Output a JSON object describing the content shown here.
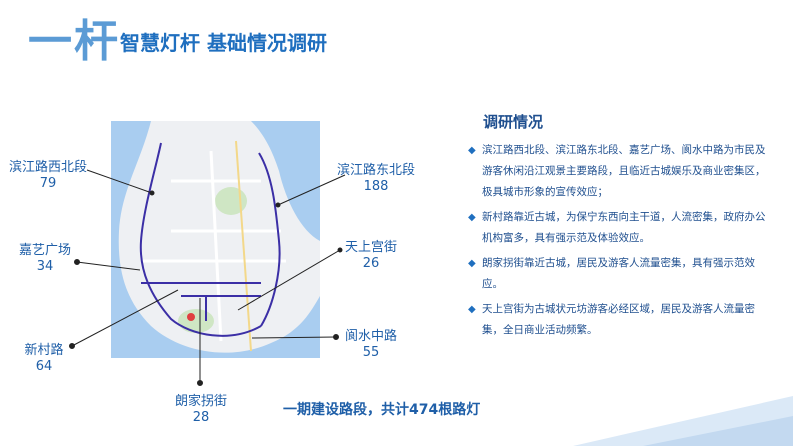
{
  "header": {
    "big": "一杆",
    "subtitle": "智慧灯杆  基础情况调研"
  },
  "labels": {
    "west": {
      "name": "滨江路西北段",
      "count": "79"
    },
    "east": {
      "name": "滨江路东北段",
      "count": "188"
    },
    "jiayi": {
      "name": "嘉艺广场",
      "count": "34"
    },
    "tianshang": {
      "name": "天上宫街",
      "count": "26"
    },
    "xincun": {
      "name": "新村路",
      "count": "64"
    },
    "langshui": {
      "name": "阆水中路",
      "count": "55"
    },
    "langjia": {
      "name": "朗家拐街",
      "count": "28"
    }
  },
  "survey": {
    "title": "调研情况",
    "items": [
      "滨江路西北段、滨江路东北段、嘉艺广场、阆水中路为市民及游客休闲沿江观景主要路段，且临近古城娱乐及商业密集区，极具城市形象的宣传效应；",
      "新村路靠近古城，为保宁东西向主干道，人流密集，政府办公机构富多，具有强示范及体验效应。",
      "朗家拐街靠近古城，居民及游客人流量密集，具有强示范效应。",
      "天上宫街为古城状元坊游客必经区域，居民及游客人流量密集，全日商业活动频繁。"
    ]
  },
  "summary": "一期建设路段，共计474根路灯",
  "colors": {
    "accent": "#1f5fa8",
    "route": "#3b2fa6",
    "river": "#a9cdf0"
  }
}
